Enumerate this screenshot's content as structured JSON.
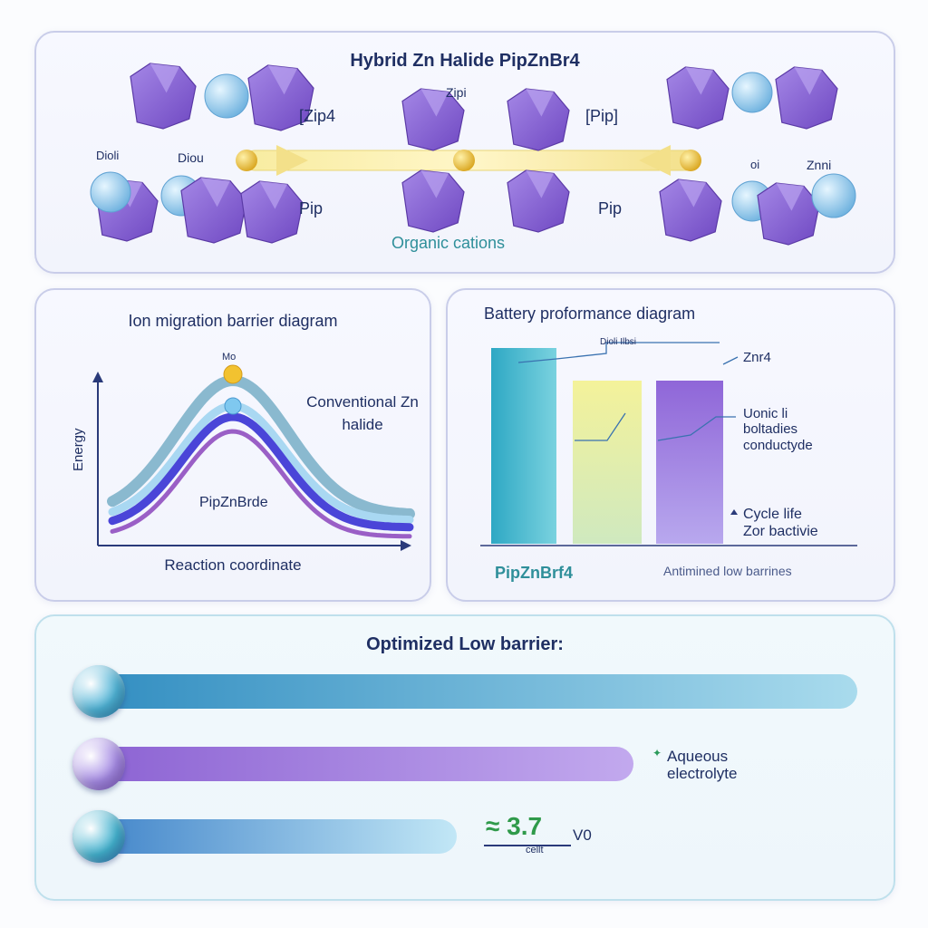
{
  "top": {
    "title": "Hybrid Zn Halide PipZnBr4",
    "labels": {
      "zn4_left": "[Zip4",
      "pip_bracket": "[Pip]",
      "top_mid": "Zipi",
      "left_a": "Dioli",
      "left_b": "Diou",
      "pip_left": "Pip",
      "pip_right": "Pip",
      "right_a": "oi",
      "right_b": "Znni",
      "caption": "Organic cations"
    },
    "colors": {
      "crystal": "#8a63d2",
      "sphere": "#8fc9ea",
      "link": "#f1dc6e",
      "node": "#e2b62c"
    }
  },
  "migration": {
    "title": "Ion migration barrier diagram",
    "ylabel": "Energy",
    "xlabel": "Reaction coordinate",
    "peak_label": "Mo",
    "conventional_label": "Conventional Zn halide",
    "pipzn_label": "PipZnBrde",
    "colors": [
      "#8ab9cf",
      "#a9d8f2",
      "#4a45d8",
      "#9a5fc6"
    ]
  },
  "performance": {
    "title": "Battery proformance diagram",
    "top_small": "Dioli  Ilbsi",
    "labels": {
      "zn4": "Znr4",
      "ionic": "Uonic li\nboltadies\nconductyde",
      "cycle": "Cycle life\nZor bactivie",
      "pipznbr4": "PipZnBrf4",
      "optimized": "Antimined low barrines"
    },
    "colors": [
      "#3fb0c9",
      "#e8ec9c",
      "#9c7cdc"
    ]
  },
  "bottom": {
    "title": "Optimized Low barrier:",
    "aqueous": "Aqueous\nelectrolyte",
    "value": "≈ 3.7",
    "value_unit": "V0",
    "value_sub": "cellt",
    "bars": [
      {
        "name": "bar-1",
        "fill": 1.0,
        "colors": [
          "#2f8cc0",
          "#a9dbed"
        ],
        "knob": "#4fb3d6"
      },
      {
        "name": "bar-2",
        "fill": 0.715,
        "colors": [
          "#8a60d2",
          "#c2a9ee"
        ],
        "knob": "#a58ae4"
      },
      {
        "name": "bar-3",
        "fill": 0.49,
        "colors": [
          "#3a7fc7",
          "#c2e7f6"
        ],
        "knob": "#43b2cf"
      }
    ]
  }
}
